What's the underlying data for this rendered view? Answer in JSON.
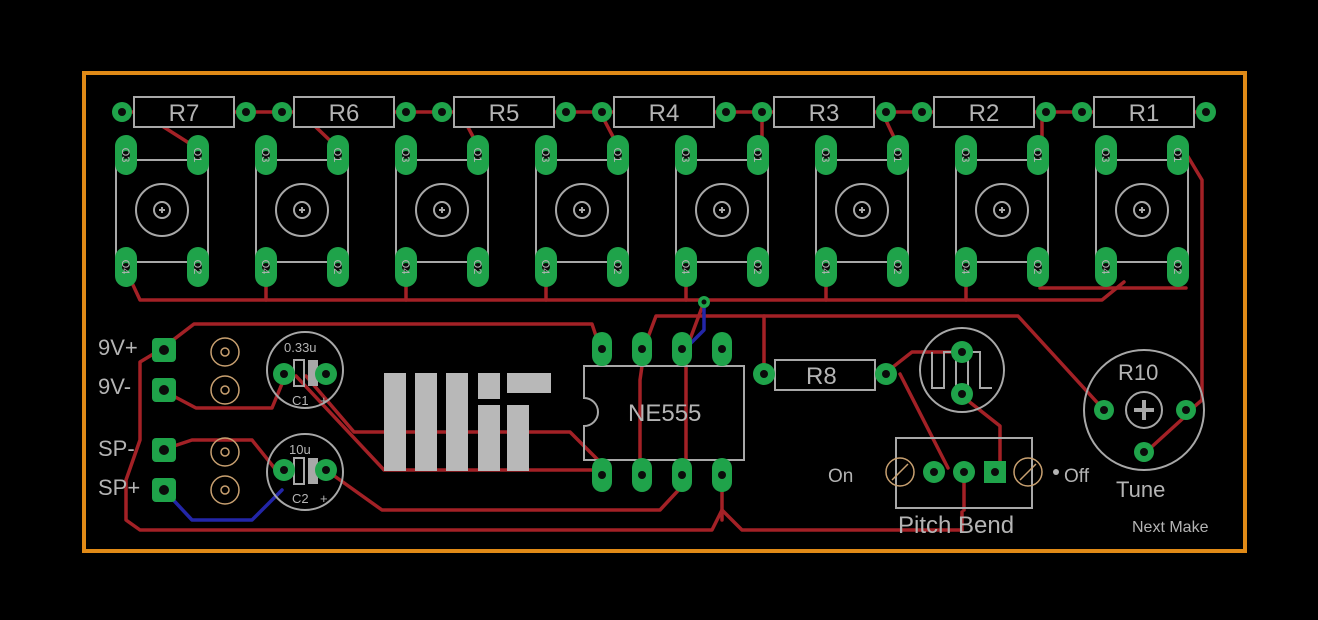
{
  "board": {
    "outline_color": "#e08a17",
    "trace_color": "#a32126",
    "bottom_trace_color": "#2326a8",
    "pad_color": "#1fa34a",
    "silk_color": "#b4b4b4"
  },
  "resistors_top": [
    "R7",
    "R6",
    "R5",
    "R4",
    "R3",
    "R2",
    "R1"
  ],
  "button_pins": {
    "p1": "O1",
    "p2": "O2",
    "p3": "O3",
    "p4": "O4"
  },
  "connectors": {
    "v9_plus": "9V+",
    "v9_minus": "9V-",
    "sp_minus": "SP-",
    "sp_plus": "SP+"
  },
  "capacitors": {
    "c1_name": "C1",
    "c1_value": "0.33u",
    "c2_name": "C2",
    "c2_value": "10u",
    "polarity": "+"
  },
  "ic_label": "NE555",
  "r8_label": "R8",
  "r10_label": "R10",
  "tune_label": "Tune",
  "switch": {
    "on": "On",
    "off": "Off",
    "label": "Pitch Bend"
  },
  "footer": "Next Make"
}
